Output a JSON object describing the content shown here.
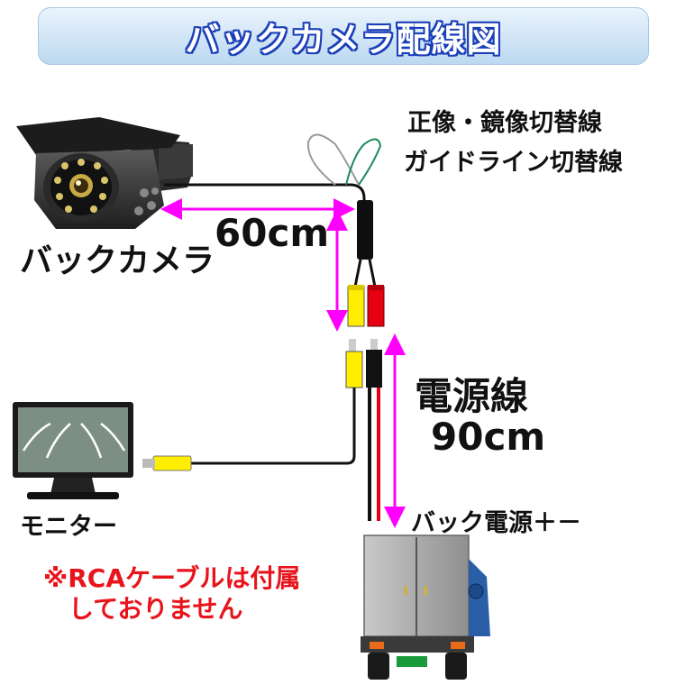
{
  "title": "バックカメラ配線図",
  "labels": {
    "camera": "バックカメラ",
    "switch_line_1": "正像・鏡像切替線",
    "switch_line_2": "ガイドライン切替線",
    "cable_length_camera": "60cm",
    "power_line": "電源線",
    "cable_length_power": "90cm",
    "monitor": "モニター",
    "reverse_power": "バック電源＋－",
    "note_1": "※RCAケーブルは付属",
    "note_2": "しておりません"
  },
  "colors": {
    "title_text_outline": "#1a3fb8",
    "dimension_arrow": "#ff00ff",
    "note_text": "#e8141c",
    "wire_black": "#111111",
    "wire_red": "#e60012",
    "wire_green": "#1e8a5a",
    "connector_yellow": "#ffee00"
  },
  "icons": [
    "camera-icon",
    "monitor-icon",
    "truck-icon"
  ]
}
